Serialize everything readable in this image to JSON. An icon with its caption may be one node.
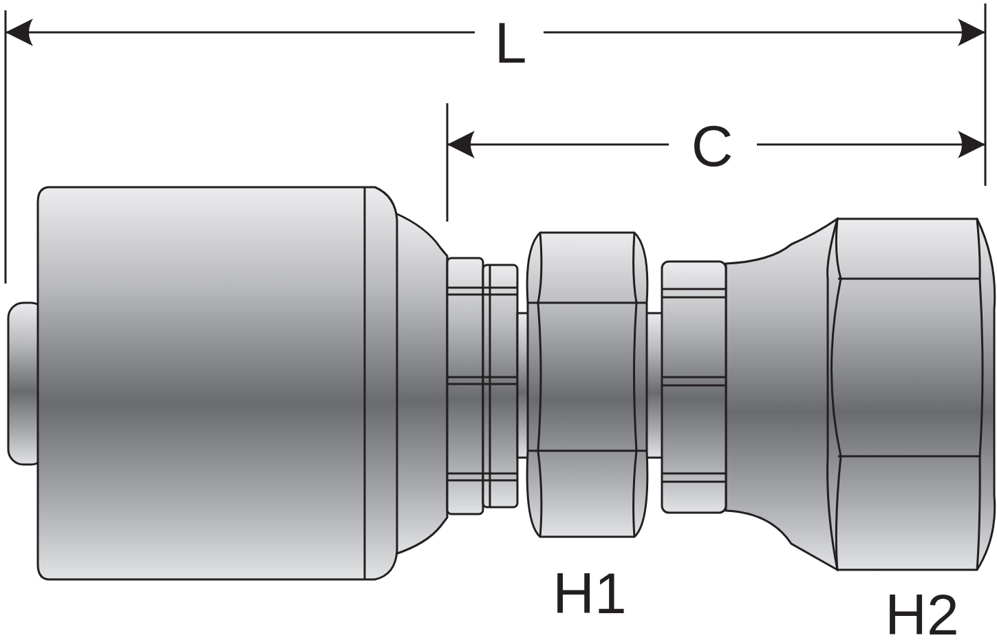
{
  "diagram": {
    "labels": [
      "L",
      "C",
      "H1",
      "H2"
    ]
  }
}
